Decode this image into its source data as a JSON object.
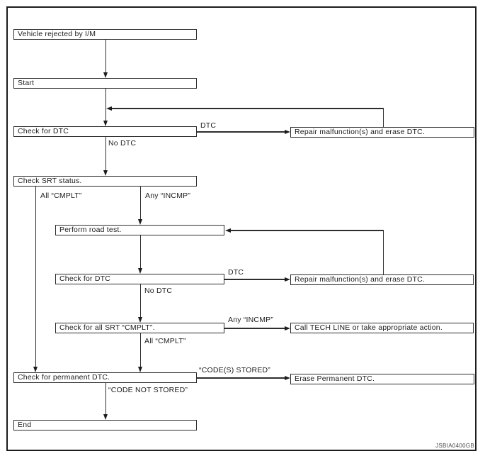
{
  "diagram": {
    "type": "flowchart",
    "watermark": "JSBIA0400GB",
    "colors": {
      "line": "#2d2d2d",
      "background": "#ffffff"
    },
    "nodes": [
      {
        "id": "vehicle-rejected",
        "label": "Vehicle rejected by I/M"
      },
      {
        "id": "start",
        "label": "Start"
      },
      {
        "id": "check-for-dtc-1",
        "label": "Check for DTC"
      },
      {
        "id": "repair-malfunction-1",
        "label": "Repair malfunction(s) and erase DTC."
      },
      {
        "id": "check-srt-status",
        "label": "Check SRT status."
      },
      {
        "id": "perform-road-test",
        "label": "Perform road test."
      },
      {
        "id": "check-for-dtc-2",
        "label": "Check for DTC"
      },
      {
        "id": "repair-malfunction-2",
        "label": "Repair malfunction(s) and erase DTC."
      },
      {
        "id": "check-all-srt-cmplt",
        "label": "Check for all SRT “CMPLT”."
      },
      {
        "id": "call-tech-line",
        "label": "Call TECH LINE or take appropriate action."
      },
      {
        "id": "check-permanent-dtc",
        "label": "Check for permanent DTC."
      },
      {
        "id": "erase-permanent-dtc",
        "label": "Erase Permanent DTC."
      },
      {
        "id": "end",
        "label": "End"
      }
    ],
    "edge_labels": [
      {
        "id": "dtc-1",
        "text": "DTC"
      },
      {
        "id": "no-dtc-1",
        "text": "No DTC"
      },
      {
        "id": "all-cmplt-1",
        "text": "All “CMPLT”"
      },
      {
        "id": "any-incmp-1",
        "text": "Any “INCMP”"
      },
      {
        "id": "dtc-2",
        "text": "DTC"
      },
      {
        "id": "no-dtc-2",
        "text": "No DTC"
      },
      {
        "id": "any-incmp-2",
        "text": "Any “INCMP”"
      },
      {
        "id": "all-cmplt-2",
        "text": "All “CMPLT”"
      },
      {
        "id": "codes-stored",
        "text": "“CODE(S) STORED”"
      },
      {
        "id": "code-not-stored",
        "text": "“CODE NOT STORED”"
      }
    ]
  }
}
